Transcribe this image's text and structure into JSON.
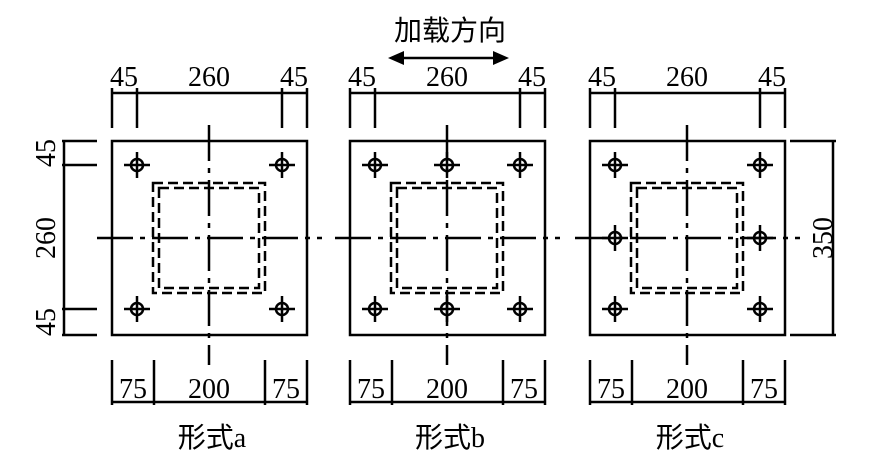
{
  "title": "加载方向",
  "colors": {
    "line": "#000000",
    "background": "#ffffff"
  },
  "panels": [
    {
      "caption": "形式a",
      "top_dims": [
        "45",
        "260",
        "45"
      ],
      "bottom_dims": [
        "75",
        "200",
        "75"
      ],
      "bolt_layout": "four-corner"
    },
    {
      "caption": "形式b",
      "top_dims": [
        "45",
        "260",
        "45"
      ],
      "bottom_dims": [
        "75",
        "200",
        "75"
      ],
      "bolt_layout": "corners-plus-top-bottom-middle"
    },
    {
      "caption": "形式c",
      "top_dims": [
        "45",
        "260",
        "45"
      ],
      "bottom_dims": [
        "75",
        "200",
        "75"
      ],
      "bolt_layout": "corners-plus-left-right-middle"
    }
  ],
  "left_dims": [
    "45",
    "260",
    "45"
  ],
  "right_dim": "350"
}
